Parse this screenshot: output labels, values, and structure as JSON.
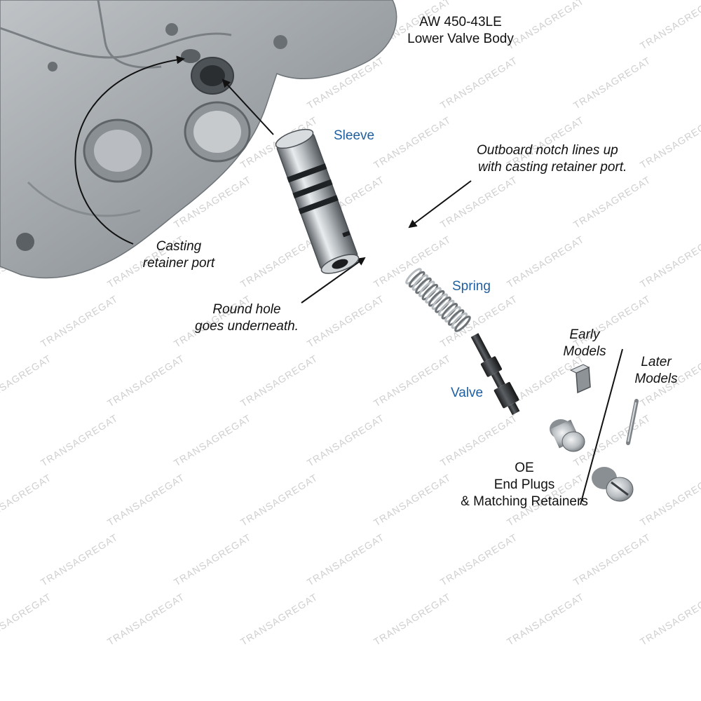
{
  "title": {
    "line1": "AW 450-43LE",
    "line2": "Lower Valve Body"
  },
  "labels": {
    "sleeve": "Sleeve",
    "spring": "Spring",
    "valve": "Valve",
    "outboard_line1": "Outboard notch lines up",
    "outboard_line2": "with casting retainer port.",
    "casting_line1": "Casting",
    "casting_line2": "retainer port",
    "round_line1": "Round hole",
    "round_line2": "goes underneath.",
    "early_line1": "Early",
    "early_line2": "Models",
    "later_line1": "Later",
    "later_line2": "Models",
    "oe_line1": "OE",
    "oe_line2": "End Plugs",
    "oe_line3": "& Matching Retainers"
  },
  "watermark": "TRANSAGREGAT",
  "colors": {
    "part_label": "#1f5fa0",
    "text": "#111111",
    "watermark": "#cfcfcf",
    "metal": "#9aa0a6"
  }
}
